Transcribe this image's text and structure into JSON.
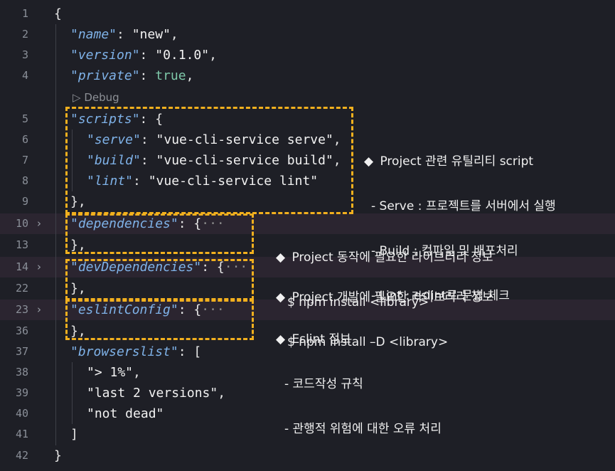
{
  "editor": {
    "lines": [
      {
        "num": "1",
        "indent": 0,
        "tokens": [
          {
            "t": "{",
            "c": "punc"
          }
        ]
      },
      {
        "num": "2",
        "indent": 1,
        "tokens": [
          {
            "t": "\"name\"",
            "c": "key"
          },
          {
            "t": ": ",
            "c": "punc"
          },
          {
            "t": "\"new\"",
            "c": "str"
          },
          {
            "t": ",",
            "c": "punc"
          }
        ]
      },
      {
        "num": "3",
        "indent": 1,
        "tokens": [
          {
            "t": "\"version\"",
            "c": "key"
          },
          {
            "t": ": ",
            "c": "punc"
          },
          {
            "t": "\"0.1.0\"",
            "c": "str"
          },
          {
            "t": ",",
            "c": "punc"
          }
        ]
      },
      {
        "num": "4",
        "indent": 1,
        "tokens": [
          {
            "t": "\"private\"",
            "c": "key"
          },
          {
            "t": ": ",
            "c": "punc"
          },
          {
            "t": "true",
            "c": "bool"
          },
          {
            "t": ",",
            "c": "punc"
          }
        ]
      },
      {
        "num": "5",
        "indent": 1,
        "tokens": [
          {
            "t": "\"scripts\"",
            "c": "key"
          },
          {
            "t": ": {",
            "c": "punc"
          }
        ]
      },
      {
        "num": "6",
        "indent": 2,
        "tokens": [
          {
            "t": "\"serve\"",
            "c": "key"
          },
          {
            "t": ": ",
            "c": "punc"
          },
          {
            "t": "\"vue-cli-service serve\"",
            "c": "str"
          },
          {
            "t": ",",
            "c": "punc"
          }
        ]
      },
      {
        "num": "7",
        "indent": 2,
        "tokens": [
          {
            "t": "\"build\"",
            "c": "key"
          },
          {
            "t": ": ",
            "c": "punc"
          },
          {
            "t": "\"vue-cli-service build\"",
            "c": "str"
          },
          {
            "t": ",",
            "c": "punc"
          }
        ]
      },
      {
        "num": "8",
        "indent": 2,
        "tokens": [
          {
            "t": "\"lint\"",
            "c": "key"
          },
          {
            "t": ": ",
            "c": "punc"
          },
          {
            "t": "\"vue-cli-service lint\"",
            "c": "str"
          }
        ]
      },
      {
        "num": "9",
        "indent": 1,
        "tokens": [
          {
            "t": "},",
            "c": "punc"
          }
        ]
      },
      {
        "num": "10",
        "indent": 1,
        "folded": true,
        "tokens": [
          {
            "t": "\"dependencies\"",
            "c": "key"
          },
          {
            "t": ": {",
            "c": "punc"
          },
          {
            "t": "···",
            "c": "ellip"
          }
        ]
      },
      {
        "num": "13",
        "indent": 1,
        "tokens": [
          {
            "t": "},",
            "c": "punc"
          }
        ]
      },
      {
        "num": "14",
        "indent": 1,
        "folded": true,
        "tokens": [
          {
            "t": "\"devDependencies\"",
            "c": "key"
          },
          {
            "t": ": {",
            "c": "punc"
          },
          {
            "t": "···",
            "c": "ellip"
          }
        ]
      },
      {
        "num": "22",
        "indent": 1,
        "tokens": [
          {
            "t": "},",
            "c": "punc"
          }
        ]
      },
      {
        "num": "23",
        "indent": 1,
        "folded": true,
        "tokens": [
          {
            "t": "\"eslintConfig\"",
            "c": "key"
          },
          {
            "t": ": {",
            "c": "punc"
          },
          {
            "t": "···",
            "c": "ellip"
          }
        ]
      },
      {
        "num": "36",
        "indent": 1,
        "tokens": [
          {
            "t": "},",
            "c": "punc"
          }
        ]
      },
      {
        "num": "37",
        "indent": 1,
        "tokens": [
          {
            "t": "\"browserslist\"",
            "c": "key"
          },
          {
            "t": ": [",
            "c": "punc"
          }
        ]
      },
      {
        "num": "38",
        "indent": 2,
        "tokens": [
          {
            "t": "\"> 1%\"",
            "c": "str"
          },
          {
            "t": ",",
            "c": "punc"
          }
        ]
      },
      {
        "num": "39",
        "indent": 2,
        "tokens": [
          {
            "t": "\"last 2 versions\"",
            "c": "str"
          },
          {
            "t": ",",
            "c": "punc"
          }
        ]
      },
      {
        "num": "40",
        "indent": 2,
        "tokens": [
          {
            "t": "\"not dead\"",
            "c": "str"
          }
        ]
      },
      {
        "num": "41",
        "indent": 1,
        "tokens": [
          {
            "t": "]",
            "c": "punc"
          }
        ]
      },
      {
        "num": "42",
        "indent": 0,
        "tokens": [
          {
            "t": "}",
            "c": "punc"
          }
        ]
      }
    ],
    "codelens": "Debug",
    "fold_glyph": "›"
  },
  "annotations": {
    "scripts": {
      "title": "Project 관련 유틸리티 script",
      "items": [
        "- Serve : 프로젝트를 서버에서 실행",
        "- Build : 컴파일 및 배포처리",
        "- Lint : eslint로 문법 체크"
      ]
    },
    "dependencies": {
      "title": "Project 동작에 필요한 라이브러리 정보",
      "items": [
        "$ npm install <library>"
      ]
    },
    "devDependencies": {
      "title": "Project 개발에 필요한 라이브러리 정보",
      "items": [
        "$ npm install –D <library>"
      ]
    },
    "eslint": {
      "title": "Eslint 정보",
      "items": [
        "- 코드작성 규칙",
        "- 관행적 위험에 대한 오류 처리"
      ]
    },
    "bullet": "◆"
  },
  "colors": {
    "background": "#1e1f26",
    "key": "#7fb2e8",
    "string": "#f2f2f2",
    "boolean": "#7ec8a9",
    "highlight_box": "#f2b01e",
    "folded_line": "#2b2530"
  }
}
